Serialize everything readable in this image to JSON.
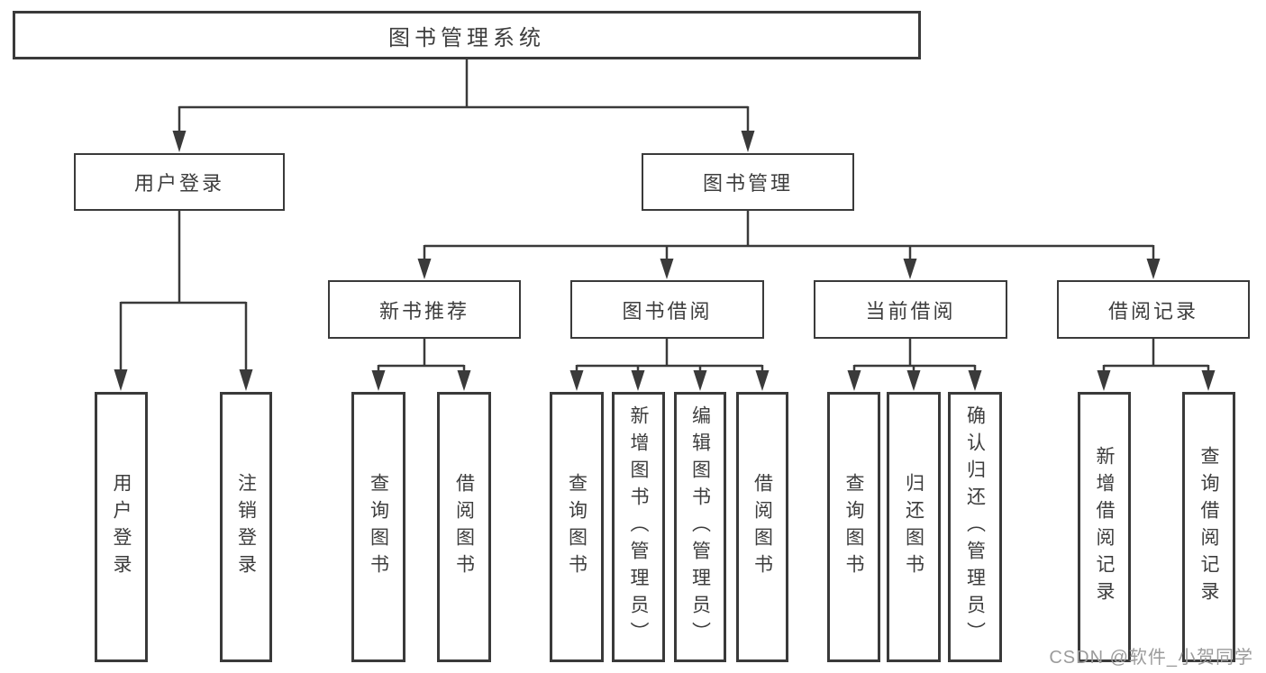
{
  "diagram": {
    "root": {
      "label": "图书管理系统"
    },
    "branches": [
      {
        "label": "用户登录",
        "children": [
          {
            "label": "用户登录"
          },
          {
            "label": "注销登录"
          }
        ]
      },
      {
        "label": "图书管理",
        "children": [
          {
            "label": "新书推荐",
            "children": [
              {
                "label": "查询图书"
              },
              {
                "label": "借阅图书"
              }
            ]
          },
          {
            "label": "图书借阅",
            "children": [
              {
                "label": "查询图书"
              },
              {
                "label": "新增图书（管理员）"
              },
              {
                "label": "编辑图书（管理员）"
              },
              {
                "label": "借阅图书"
              }
            ]
          },
          {
            "label": "当前借阅",
            "children": [
              {
                "label": "查询图书"
              },
              {
                "label": "归还图书"
              },
              {
                "label": "确认归还（管理员）"
              }
            ]
          },
          {
            "label": "借阅记录",
            "children": [
              {
                "label": "新增借阅记录"
              },
              {
                "label": "查询借阅记录"
              }
            ]
          }
        ]
      }
    ]
  },
  "colors": {
    "line": "#3a3a3a",
    "text": "#3d3d3d",
    "background": "#ffffff",
    "watermark": "#9b9b9b"
  },
  "watermark": {
    "text": "CSDN @软件_小贺同学"
  }
}
